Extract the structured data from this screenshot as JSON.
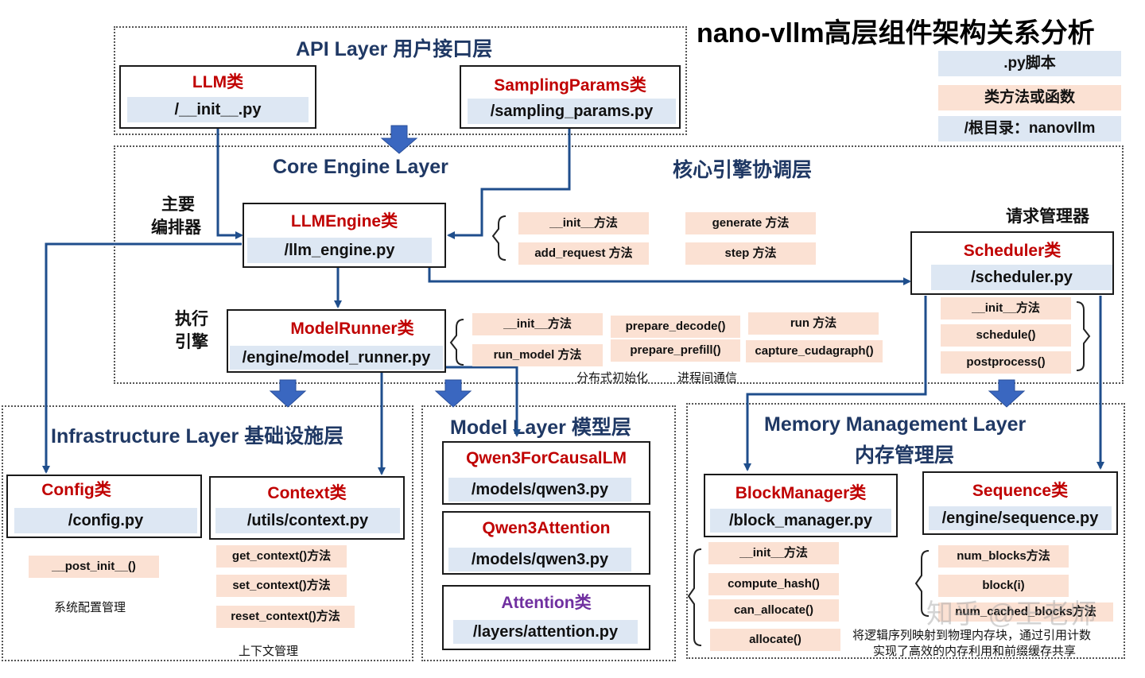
{
  "title": "nano-vllm高层组件架构关系分析",
  "legend": {
    "script": ".py脚本",
    "method": "类方法或函数",
    "root": "/根目录：nanovllm"
  },
  "layers": {
    "api": "API Layer 用户接口层",
    "core_en": "Core Engine Layer",
    "core_zh": "核心引擎协调层",
    "infra": "Infrastructure Layer 基础设施层",
    "model": "Model Layer 模型层",
    "memory_en": "Memory Management Layer",
    "memory_zh": "内存管理层"
  },
  "components": {
    "llm": {
      "name": "LLM类",
      "file": "/__init__.py"
    },
    "sampling": {
      "name": "SamplingParams类",
      "file": "/sampling_params.py"
    },
    "engine": {
      "name": "LLMEngine类",
      "file": "/llm_engine.py"
    },
    "runner": {
      "name": "ModelRunner类",
      "file": "/engine/model_runner.py"
    },
    "scheduler": {
      "name": "Scheduler类",
      "file": "/scheduler.py"
    },
    "config": {
      "name": "Config类",
      "file": "/config.py"
    },
    "context": {
      "name": "Context类",
      "file": "/utils/context.py"
    },
    "qwen3causal": {
      "name": "Qwen3ForCausalLM",
      "file": "/models/qwen3.py"
    },
    "qwen3attn": {
      "name": "Qwen3Attention",
      "file": "/models/qwen3.py"
    },
    "attention": {
      "name": "Attention类",
      "file": "/layers/attention.py"
    },
    "blockmgr": {
      "name": "BlockManager类",
      "file": "/block_manager.py"
    },
    "sequence": {
      "name": "Sequence类",
      "file": "/engine/sequence.py"
    }
  },
  "methods": {
    "engine": [
      "__init__方法",
      "add_request 方法",
      "generate 方法",
      "step 方法"
    ],
    "runner": [
      "__init__方法",
      "run_model 方法",
      "prepare_decode()",
      "prepare_prefill()",
      "run 方法",
      "capture_cudagraph()"
    ],
    "scheduler": [
      "__init__方法",
      "schedule()",
      "postprocess()"
    ],
    "config": [
      "__post_init__()"
    ],
    "context": [
      "get_context()方法",
      "set_context()方法",
      "reset_context()方法"
    ],
    "blockmgr": [
      "__init__方法",
      "compute_hash()",
      "can_allocate()",
      "allocate()"
    ],
    "sequence": [
      "num_blocks方法",
      "block(i)",
      "num_cached_blocks方法"
    ]
  },
  "notes": {
    "orchestrator": [
      "主要",
      "编排器"
    ],
    "executor": [
      "执行",
      "引擎"
    ],
    "request_mgr": "请求管理器",
    "dist_init": "分布式初始化",
    "ipc": "进程间通信",
    "config_mgmt": "系统配置管理",
    "context_mgmt": "上下文管理",
    "memory_desc": [
      "将逻辑序列映射到物理内存块，通过引用计数",
      "实现了高效的内存利用和前缀缓存共享"
    ]
  },
  "watermark": "知乎 @王老师",
  "colors": {
    "class_red": "#c00000",
    "class_purple": "#7030a0",
    "layer_title": "#1f3864",
    "file_bg": "#dde7f3",
    "method_bg": "#fbe1d3",
    "arrow": "#1f4e8c",
    "big_arrow": "#3a67c0"
  }
}
